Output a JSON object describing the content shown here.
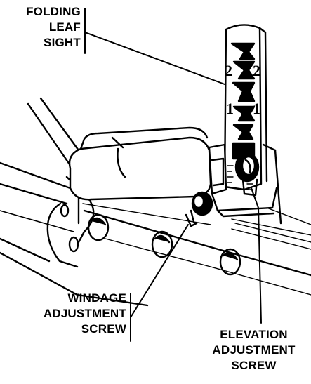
{
  "labels": {
    "folding_leaf_sight": [
      "FOLDING",
      "LEAF",
      "SIGHT"
    ],
    "windage_adjustment_screw": [
      "WINDAGE",
      "ADJUSTMENT",
      "SCREW"
    ],
    "elevation_adjustment_screw": [
      "ELEVATION",
      "ADJUSTMENT",
      "SCREW"
    ]
  },
  "leaf_markings": {
    "upper_left": "2",
    "upper_right": "2",
    "lower_left": "1",
    "lower_right": "1"
  }
}
